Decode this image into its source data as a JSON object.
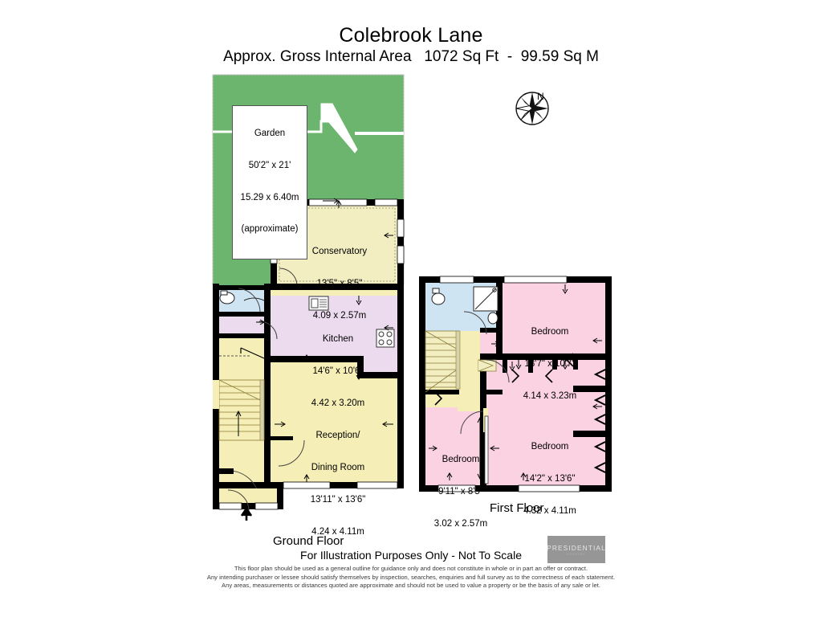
{
  "header": {
    "title": "Colebrook Lane",
    "subtitle": "Approx. Gross Internal Area   1072 Sq Ft  -  99.59 Sq M"
  },
  "compass": {
    "north_label": "N",
    "icon": "compass-rose-icon"
  },
  "floors": [
    {
      "id": "ground",
      "label": "Ground Floor"
    },
    {
      "id": "first",
      "label": "First Floor"
    }
  ],
  "rooms": {
    "garden": {
      "name": "Garden",
      "imperial": "50'2\" x 21'",
      "metric": "15.29 x 6.40m",
      "note": "(approximate)"
    },
    "conservatory": {
      "name": "Conservatory",
      "imperial": "13'5\" x 8'5\"",
      "metric": "4.09 x 2.57m"
    },
    "kitchen": {
      "name": "Kitchen",
      "imperial": "14'6\" x 10'6\"",
      "metric": "4.42 x 3.20m"
    },
    "reception": {
      "name": "Reception/",
      "name2": "Dining Room",
      "imperial": "13'11\" x 13'6\"",
      "metric": "4.24 x 4.11m"
    },
    "bedroom1": {
      "name": "Bedroom",
      "imperial": "13'7\" x 10'7\"",
      "metric": "4.14 x 3.23m"
    },
    "bedroom2": {
      "name": "Bedroom",
      "imperial": "14'2\" x 13'6\"",
      "metric": "4.32 x 4.11m"
    },
    "bedroom3": {
      "name": "Bedroom",
      "imperial": "9'11\" x 8'5\"",
      "metric": "3.02 x 2.57m"
    }
  },
  "footer": {
    "illustration_note": "For Illustration Purposes Only - Not To Scale",
    "disclaimer_line1": "This floor plan should be used as a general outline for guidance only and does not constitute in whole or in part an offer or contract.",
    "disclaimer_line2": "Any intending purchaser or lessee should satisfy themselves by inspection, searches, enquiries and full survey as to the correctness of each statement.",
    "disclaimer_line3": "Any areas, measurements or distances quoted are approximate and should not be used to value a property or be the basis of any sale or let."
  },
  "brand": {
    "name": "PRESIDENTIAL",
    "sub": "ESTATES"
  },
  "colors": {
    "garden_green": "#6cb56e",
    "conservatory_cream": "#f2eec2",
    "hall_cream": "#f5eeb6",
    "kitchen_lilac": "#ecdbee",
    "bedroom_pink": "#fbd2e2",
    "bathroom_blue": "#cfe4f3",
    "wall_black": "#000000",
    "brand_grey": "#969696"
  }
}
